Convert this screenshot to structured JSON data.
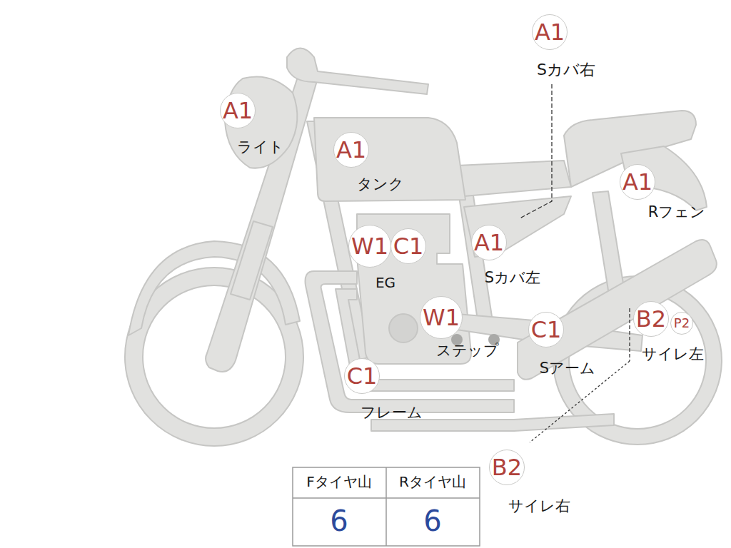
{
  "diagram": {
    "nodes": [
      {
        "text": [
          "A1"
        ]
      },
      {
        "text": [
          "A1"
        ]
      },
      {
        "text": [
          "A1"
        ]
      },
      {
        "text": [
          "A1"
        ]
      },
      {
        "text": [
          "W1"
        ]
      },
      {
        "text": [
          "C1"
        ]
      },
      {
        "text": [
          "A1"
        ]
      },
      {
        "text": [
          "W1"
        ]
      },
      {
        "text": [
          "C1"
        ]
      },
      {
        "text": [
          "B2"
        ]
      },
      {
        "text": [
          "P2"
        ]
      },
      {
        "text": [
          "C1"
        ]
      },
      {
        "text": [
          "B2"
        ]
      }
    ],
    "labels": [
      "Sカバ右",
      "ライト",
      "タンク",
      "Rフェン",
      "EG",
      "Sカバ左",
      "ステップ",
      "Sアーム",
      "サイレ左",
      "フレーム",
      "サイレ右",
      "Fタイヤ山",
      "Rタイヤ山",
      "6",
      "6"
    ]
  }
}
